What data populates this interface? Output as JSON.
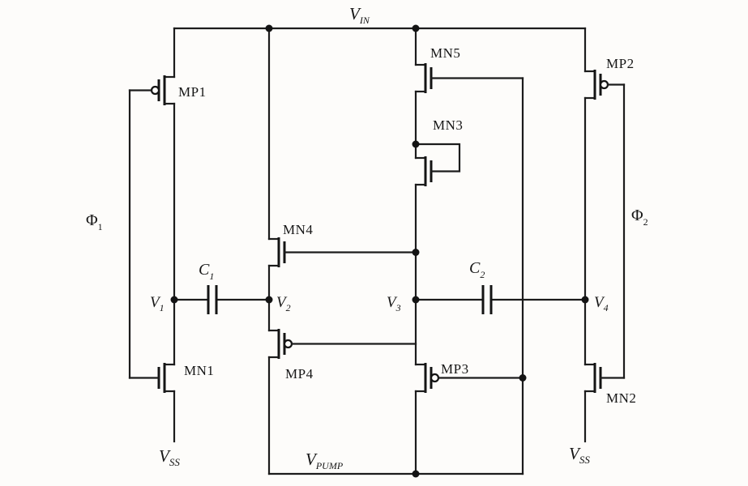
{
  "power": {
    "vin": {
      "base": "V",
      "sub": "IN"
    },
    "vss_left": {
      "base": "V",
      "sub": "SS"
    },
    "vss_right": {
      "base": "V",
      "sub": "SS"
    },
    "vpump": {
      "base": "V",
      "sub": "PUMP"
    }
  },
  "clocks": {
    "phi1": {
      "base": "Φ",
      "sub": "1"
    },
    "phi2": {
      "base": "Φ",
      "sub": "2"
    }
  },
  "nodes": {
    "v1": {
      "base": "V",
      "sub": "1"
    },
    "v2": {
      "base": "V",
      "sub": "2"
    },
    "v3": {
      "base": "V",
      "sub": "3"
    },
    "v4": {
      "base": "V",
      "sub": "4"
    }
  },
  "capacitors": {
    "c1": {
      "base": "C",
      "sub": "1"
    },
    "c2": {
      "base": "C",
      "sub": "2"
    }
  },
  "transistors": {
    "mp1": "MP1",
    "mp2": "MP2",
    "mp3": "MP3",
    "mp4": "MP4",
    "mn1": "MN1",
    "mn2": "MN2",
    "mn3": "MN3",
    "mn4": "MN4",
    "mn5": "MN5"
  }
}
